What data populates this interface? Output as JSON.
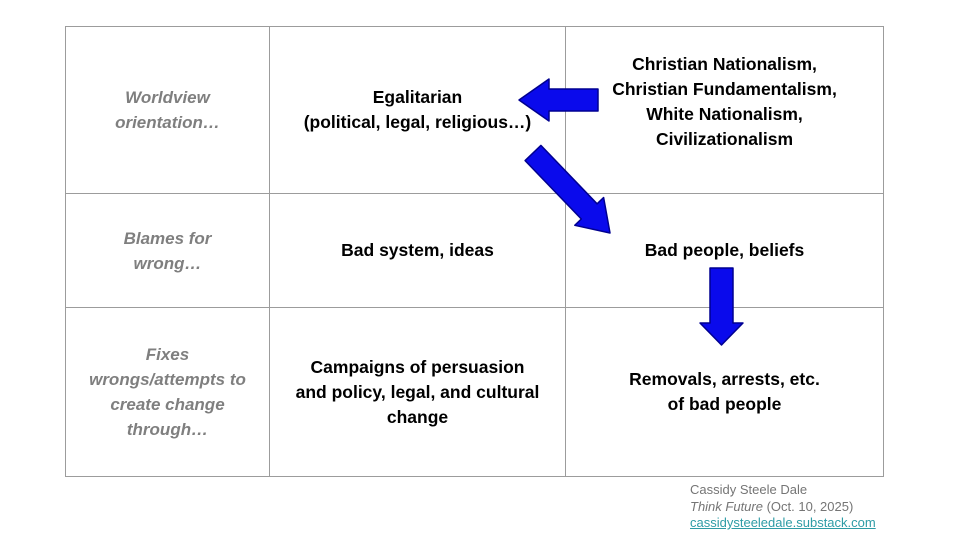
{
  "table": {
    "row_headers": [
      {
        "lines": [
          "Worldview",
          "orientation…"
        ]
      },
      {
        "lines": [
          "Blames for",
          "wrong…"
        ]
      },
      {
        "lines": [
          "Fixes",
          "wrongs/attempts to",
          "create change",
          "through…"
        ]
      }
    ],
    "rows": [
      {
        "egalitarian_cell": {
          "lines": [
            "Egalitarian",
            "(political, legal, religious…)"
          ]
        },
        "nationalism_cell": {
          "lines": [
            "Christian Nationalism,",
            "Christian Fundamentalism,",
            "White Nationalism,",
            "Civilizationalism"
          ]
        }
      },
      {
        "egalitarian_cell": {
          "lines": [
            "Bad system, ideas"
          ]
        },
        "nationalism_cell": {
          "lines": [
            "Bad people, beliefs"
          ]
        }
      },
      {
        "egalitarian_cell": {
          "lines": [
            "Campaigns of persuasion",
            "and policy, legal, and cultural",
            "change"
          ]
        },
        "nationalism_cell": {
          "lines": [
            "Removals, arrests, etc.",
            "of bad people"
          ]
        }
      }
    ]
  },
  "arrows": [
    {
      "name": "arrow-left-nationalism-to-egalitarian",
      "direction": "left"
    },
    {
      "name": "arrow-diagonal-egalitarian-to-bad-people",
      "direction": "down-right"
    },
    {
      "name": "arrow-down-bad-people-to-removals",
      "direction": "down"
    }
  ],
  "attribution": {
    "author": "Cassidy Steele Dale",
    "work_title": "Think Future",
    "date_suffix": " (Oct. 10, 2025)",
    "link": "cassidysteeledale.substack.com"
  },
  "colors": {
    "arrow_fill": "#0a0aec",
    "arrow_stroke": "#000090",
    "table_border": "#9c9c9c",
    "header_text": "#7f7f7f",
    "body_text": "#000000",
    "link": "#2e9ca6",
    "attribution_text": "#757575"
  }
}
